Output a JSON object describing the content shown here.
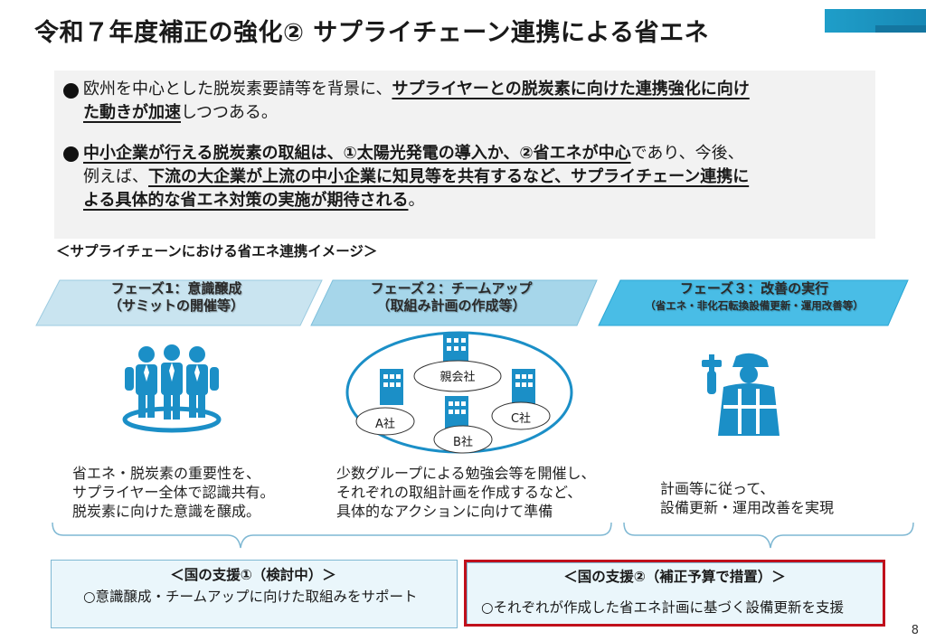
{
  "header": {
    "title": "令和７年度補正の強化② サプライチェーン連携による省エネ",
    "accent_color": "#1f9ec9"
  },
  "bullets": [
    {
      "line1_plain": "欧州を中心とした脱炭素要請等を背景に、",
      "line1_bold": "サプライヤーとの脱炭素に向けた連携強化に向け",
      "line2_bold": "た動きが加速",
      "line2_plain": "しつつある。"
    },
    {
      "line1_bold": "中小企業が行える脱炭素の取組は、①太陽光発電の導入か、②省エネが中心",
      "line1_plain": "であり、今後、",
      "line2_plain": "例えば、",
      "line2_bold": "下流の大企業が上流の中小企業に知見等を共有するなど、サプライチェーン連携に",
      "line3_bold": "よる具体的な省エネ対策の実施が期待される",
      "line3_plain": "。"
    }
  ],
  "image_title": "＜サプライチェーンにおける省エネ連携イメージ＞",
  "phases": [
    {
      "title": "フェーズ1：意識醸成",
      "subtitle": "（サミットの開催等）"
    },
    {
      "title": "フェーズ２：チームアップ",
      "subtitle": "（取組み計画の作成等）"
    },
    {
      "title": "フェーズ３：改善の実行",
      "subtitle": "（省エネ・非化石転換設備更新・運用改善等）"
    }
  ],
  "network": {
    "center": "親会社",
    "a": "A社",
    "b": "B社",
    "c": "C社"
  },
  "captions": [
    [
      "省エネ・脱炭素の重要性を、",
      "サプライヤー全体で認識共有。",
      "脱炭素に向けた意識を醸成。"
    ],
    [
      "少数グループによる勉強会等を開催し、",
      "それぞれの取組計画を作成するなど、",
      "具体的なアクションに向けて準備"
    ],
    [
      "計画等に従って、",
      "設備更新・運用改善を実現"
    ]
  ],
  "supports": [
    {
      "head": "＜国の支援①（検討中）＞",
      "body": "○意識醸成・チームアップに向けた取組みをサポート"
    },
    {
      "head": "＜国の支援②（補正予算で措置）＞",
      "body": "○それぞれが作成した省エネ計画に基づく設備更新を支援"
    }
  ],
  "page_number": "8",
  "colors": {
    "icon_blue": "#1b8fc7",
    "phase1": "#c9e4f0",
    "phase2": "#a6d6ea",
    "phase3": "#49bde6",
    "highlight_frame": "#c0101c"
  }
}
